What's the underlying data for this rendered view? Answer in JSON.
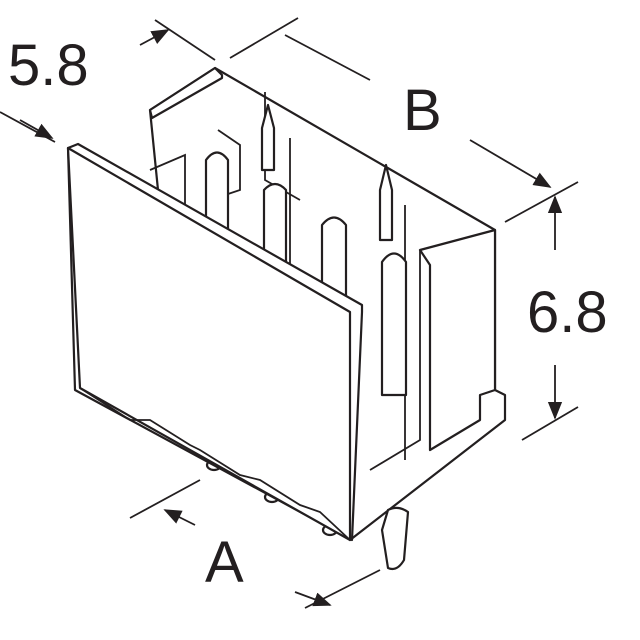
{
  "drawing": {
    "subject": "connector-header",
    "dimensions": {
      "depth_label": "5.8",
      "length_label": "B",
      "height_label": "6.8",
      "pitch_label": "A"
    },
    "colors": {
      "line": "#231f20",
      "background": "#ffffff"
    }
  }
}
